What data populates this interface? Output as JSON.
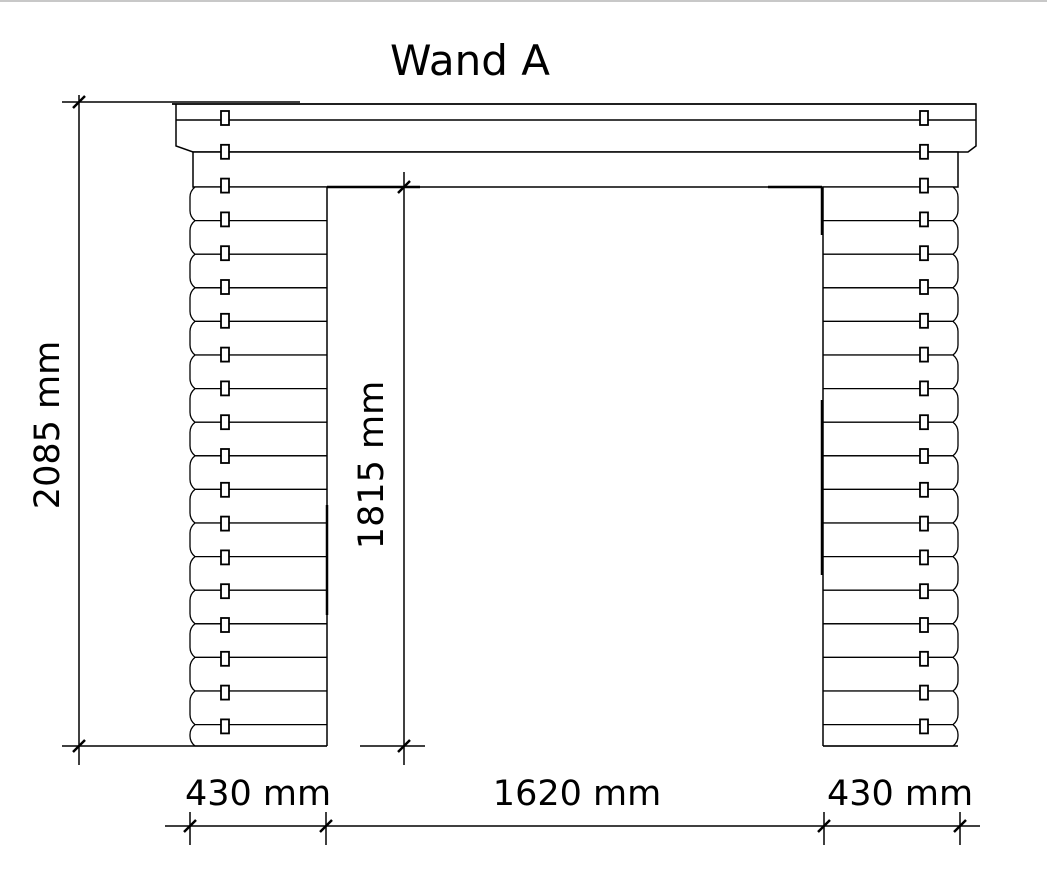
{
  "title": "Wand A",
  "dimensions": {
    "total_height": "2085 mm",
    "opening_height": "1815 mm",
    "left_width": "430 mm",
    "opening_width": "1620 mm",
    "right_width": "430 mm"
  },
  "colors": {
    "line": "#000000",
    "shade": "#e6e6e6"
  }
}
